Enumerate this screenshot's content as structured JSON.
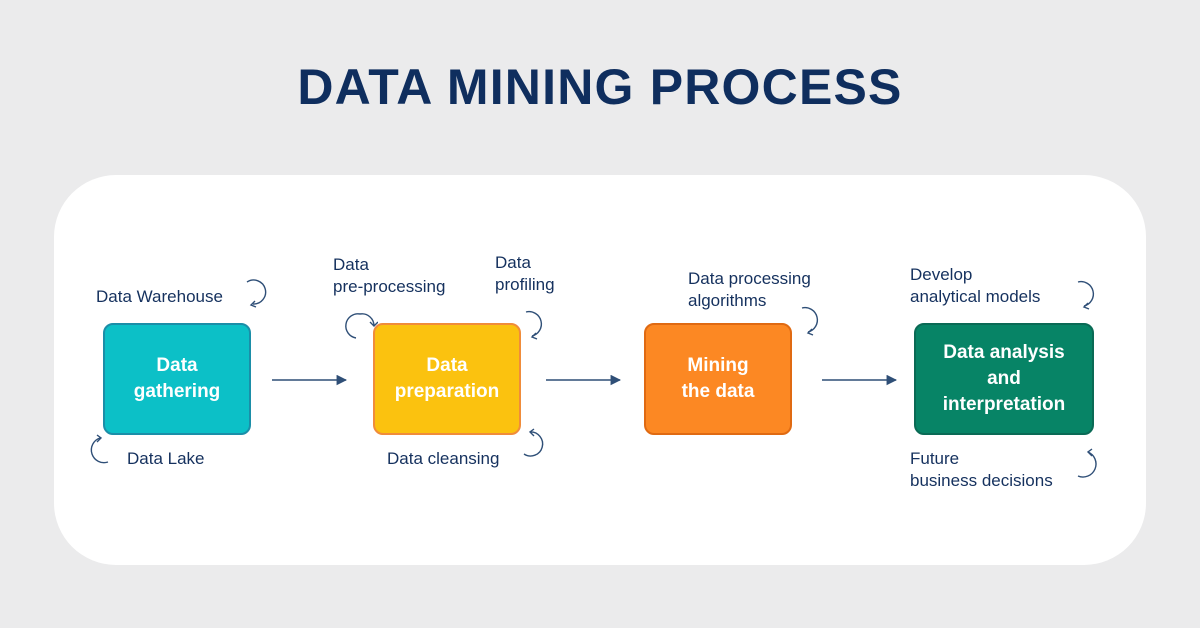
{
  "title": "DATA MINING PROCESS",
  "colors": {
    "background": "#ebebec",
    "panel": "#ffffff",
    "title": "#0f2e5e",
    "label_text": "#15315e",
    "connector": "#2f4f77"
  },
  "stages": [
    {
      "lines": [
        "Data",
        "gathering"
      ],
      "fill": "#0cc0c7",
      "border": "#1b8ea8",
      "labels": [
        {
          "lines": [
            "Data Warehouse"
          ]
        },
        {
          "lines": [
            "Data Lake"
          ]
        }
      ]
    },
    {
      "lines": [
        "Data",
        "preparation"
      ],
      "fill": "#fbc20f",
      "border": "#f08c3a",
      "labels": [
        {
          "lines": [
            "Data",
            "pre-processing"
          ]
        },
        {
          "lines": [
            "Data",
            "profiling"
          ]
        },
        {
          "lines": [
            "Data cleansing"
          ]
        }
      ]
    },
    {
      "lines": [
        "Mining",
        "the data"
      ],
      "fill": "#fc8823",
      "border": "#e06a12",
      "labels": [
        {
          "lines": [
            "Data processing",
            "algorithms"
          ]
        }
      ]
    },
    {
      "lines": [
        "Data analysis",
        "and",
        "interpretation"
      ],
      "fill": "#078466",
      "border": "#0a6a55",
      "labels": [
        {
          "lines": [
            "Develop",
            "analytical models"
          ]
        },
        {
          "lines": [
            "Future",
            "business decisions"
          ]
        }
      ]
    }
  ]
}
